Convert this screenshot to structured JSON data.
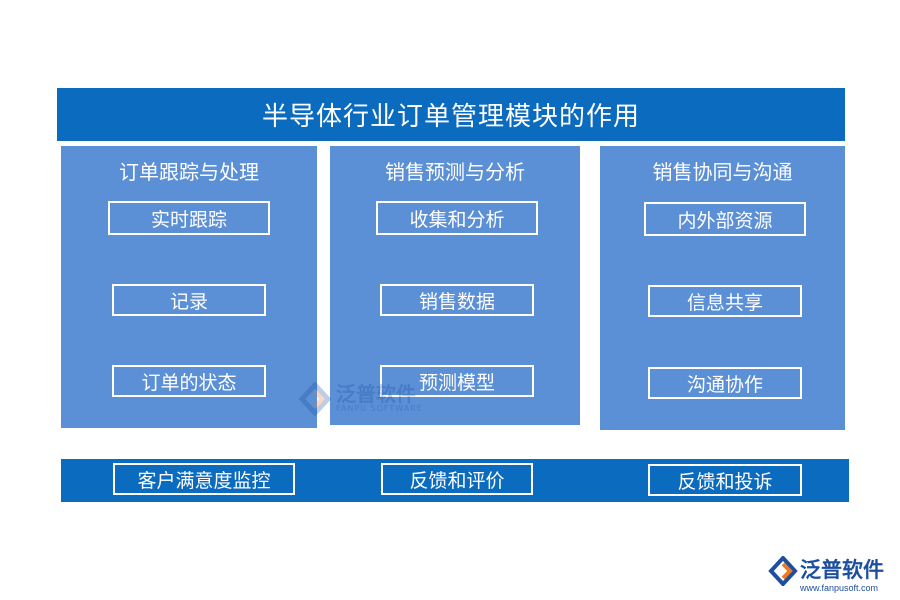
{
  "title": "半导体行业订单管理模块的作用",
  "panels": [
    {
      "heading": "订单跟踪与处理",
      "items": [
        "实时跟踪",
        "记录",
        "订单的状态"
      ]
    },
    {
      "heading": "销售预测与分析",
      "items": [
        "收集和分析",
        "销售数据",
        "预测模型"
      ]
    },
    {
      "heading": "销售协同与沟通",
      "items": [
        "内外部资源",
        "信息共享",
        "沟通协作"
      ]
    }
  ],
  "bottom": [
    "客户满意度监控",
    "反馈和评价",
    "反馈和投诉"
  ],
  "watermark": {
    "name": "泛普软件",
    "sub": "FANPU SOFTWARE"
  },
  "logo": {
    "name": "泛普软件",
    "url": "www.fanpusoft.com"
  },
  "colors": {
    "dark_blue": "#0b6bbf",
    "panel_blue": "#5b8fd6",
    "logo_orange": "#f07a22"
  }
}
